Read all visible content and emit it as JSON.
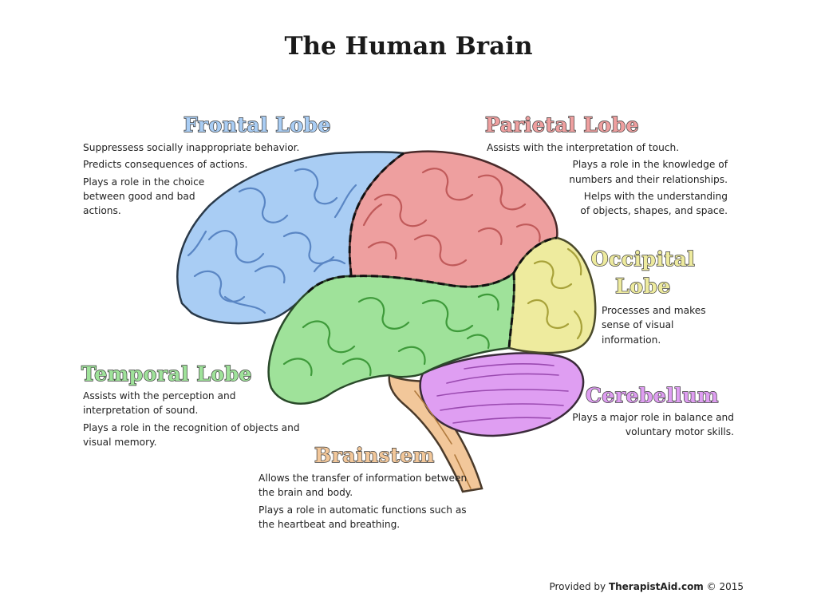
{
  "title": "The Human Brain",
  "colors": {
    "frontal": "#a9cdf4",
    "parietal": "#ee9f9f",
    "occipital": "#eeeb9e",
    "temporal": "#9fe29a",
    "cerebellum": "#df9ef2",
    "brainstem": "#f2c79a"
  },
  "lobes": {
    "frontal": {
      "name": "Frontal Lobe",
      "lines": [
        "Suppressess socially inappropriate behavior.",
        "Predicts consequences of actions.",
        "Plays a role in the choice between good and bad actions."
      ]
    },
    "parietal": {
      "name": "Parietal Lobe",
      "lines": [
        "Assists with the interpretation of touch.",
        "Plays a role in the knowledge of numbers and their relationships.",
        "Helps with the understanding of objects, shapes, and space."
      ]
    },
    "occipital": {
      "name": "Occipital Lobe",
      "lines": [
        "Processes and makes sense of visual information."
      ]
    },
    "temporal": {
      "name": "Temporal Lobe",
      "lines": [
        "Assists with the perception and interpretation of sound.",
        "Plays a role in the recognition of objects and visual memory."
      ]
    },
    "cerebellum": {
      "name": "Cerebellum",
      "lines": [
        "Plays a major role in balance and voluntary motor skills."
      ]
    },
    "brainstem": {
      "name": "Brainstem",
      "lines": [
        "Allows the transfer of information between the brain and body.",
        "Plays a role in automatic functions such as the heartbeat and breathing."
      ]
    }
  },
  "footer": {
    "prefix": "Provided by",
    "brand": "TherapistAid.com",
    "suffix": "© 2015"
  }
}
